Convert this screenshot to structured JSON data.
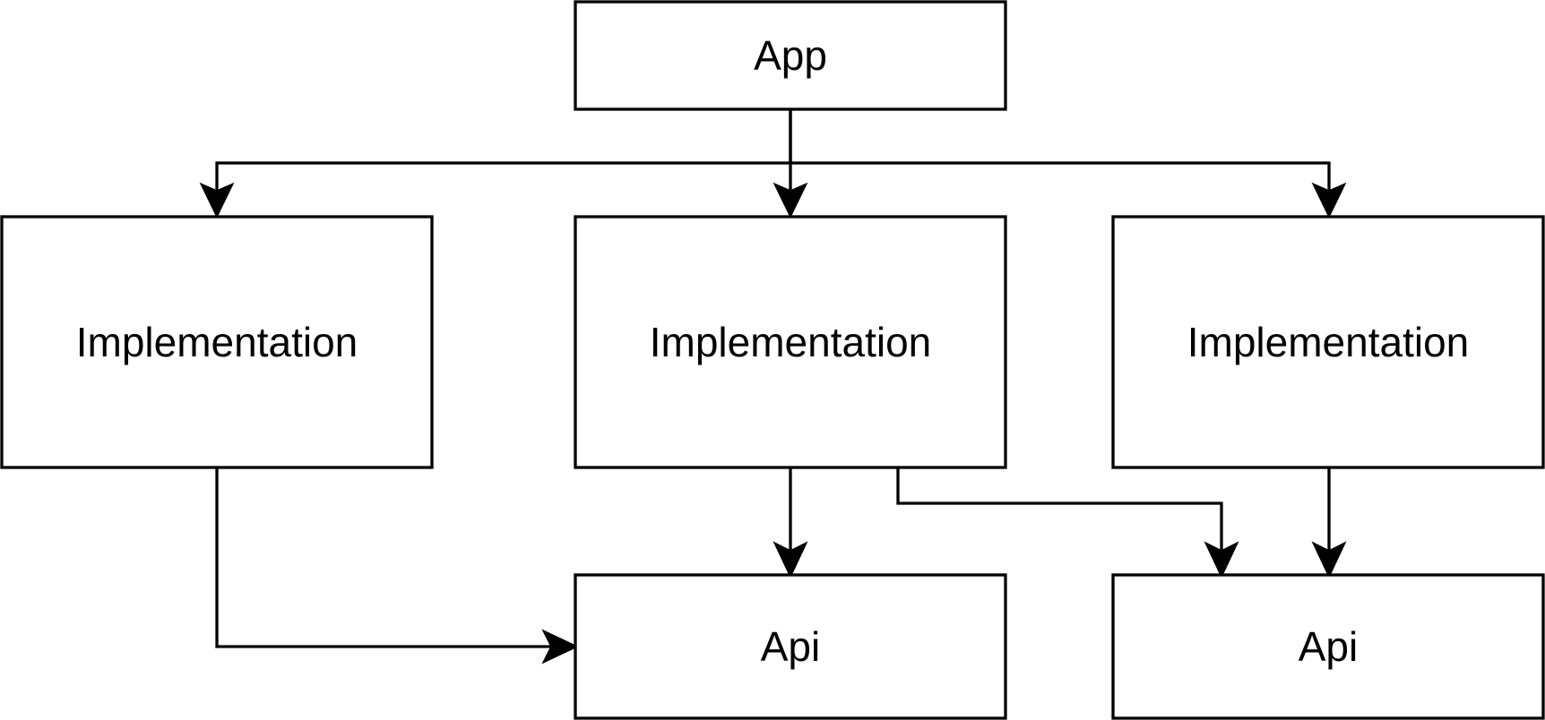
{
  "diagram": {
    "nodes": [
      {
        "id": "app",
        "label": "App"
      },
      {
        "id": "impl-left",
        "label": "Implementation"
      },
      {
        "id": "impl-center",
        "label": "Implementation"
      },
      {
        "id": "impl-right",
        "label": "Implementation"
      },
      {
        "id": "api-center",
        "label": "Api"
      },
      {
        "id": "api-right",
        "label": "Api"
      }
    ],
    "edges": [
      {
        "from": "app",
        "to": "impl-left"
      },
      {
        "from": "app",
        "to": "impl-center"
      },
      {
        "from": "app",
        "to": "impl-right"
      },
      {
        "from": "impl-left",
        "to": "api-center"
      },
      {
        "from": "impl-center",
        "to": "api-center"
      },
      {
        "from": "impl-center",
        "to": "api-right"
      },
      {
        "from": "impl-right",
        "to": "api-right"
      }
    ],
    "colors": {
      "stroke": "#000000",
      "fill": "#ffffff",
      "text": "#000000",
      "background": "#ffffff"
    }
  }
}
